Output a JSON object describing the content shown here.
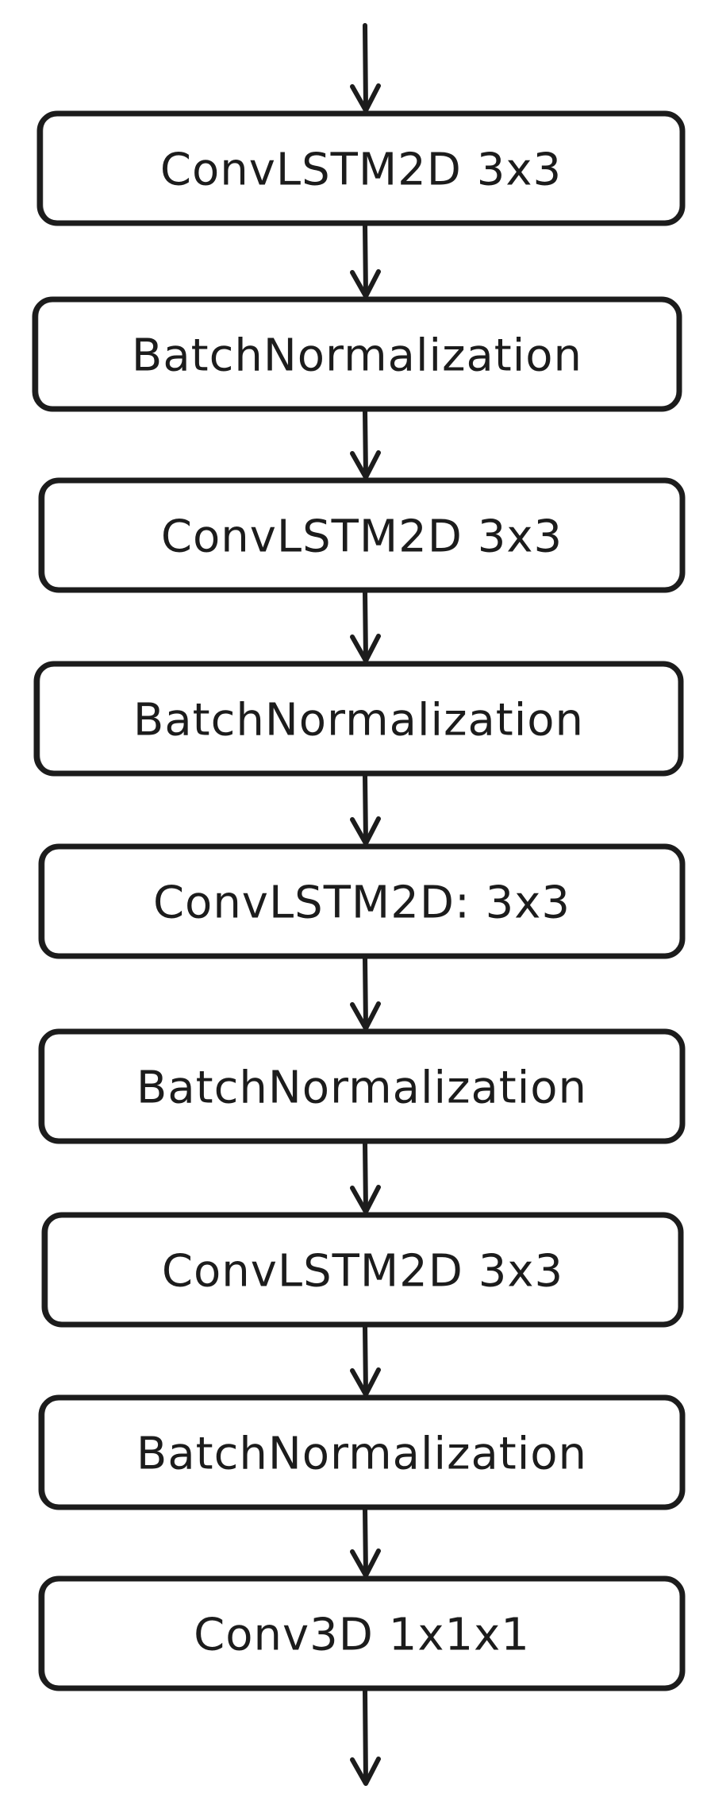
{
  "diagram": {
    "type": "flowchart",
    "direction": "top-to-bottom",
    "input_arrow": true,
    "output_arrow": true,
    "nodes": [
      {
        "label": "ConvLSTM2D 3x3"
      },
      {
        "label": "BatchNormalization"
      },
      {
        "label": "ConvLSTM2D 3x3"
      },
      {
        "label": "BatchNormalization"
      },
      {
        "label": "ConvLSTM2D: 3x3"
      },
      {
        "label": "BatchNormalization"
      },
      {
        "label": "ConvLSTM2D 3x3"
      },
      {
        "label": "BatchNormalization"
      },
      {
        "label": "Conv3D 1x1x1"
      }
    ],
    "colors": {
      "stroke": "#1c1c1c",
      "background": "#ffffff",
      "text": "#1c1c1c"
    }
  }
}
